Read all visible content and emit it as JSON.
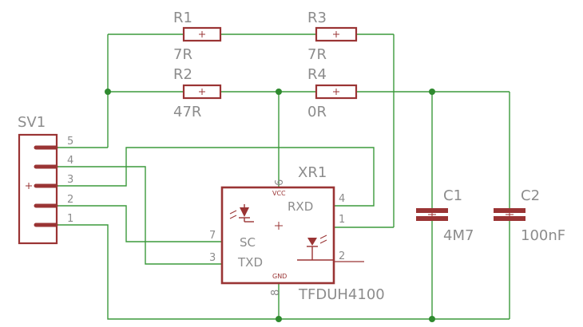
{
  "schematic": {
    "connector": {
      "name": "SV1",
      "pins": [
        "5",
        "4",
        "3",
        "2",
        "1"
      ]
    },
    "resistors": [
      {
        "ref": "R1",
        "value": "7R"
      },
      {
        "ref": "R2",
        "value": "47R"
      },
      {
        "ref": "R3",
        "value": "7R"
      },
      {
        "ref": "R4",
        "value": "0R"
      }
    ],
    "ic": {
      "ref": "XR1",
      "part": "TFDUH4100",
      "pin_vcc": "6",
      "pin_gnd": "8",
      "pin_rxd": "4",
      "pin_1": "1",
      "pin_sc": "7",
      "pin_txd": "3",
      "pin_2": "2",
      "label_vcc": "VCC",
      "label_gnd": "GND",
      "label_rxd": "RXD",
      "label_sc": "SC",
      "label_txd": "TXD"
    },
    "capacitors": [
      {
        "ref": "C1",
        "value": "4M7"
      },
      {
        "ref": "C2",
        "value": "100nF"
      }
    ]
  }
}
